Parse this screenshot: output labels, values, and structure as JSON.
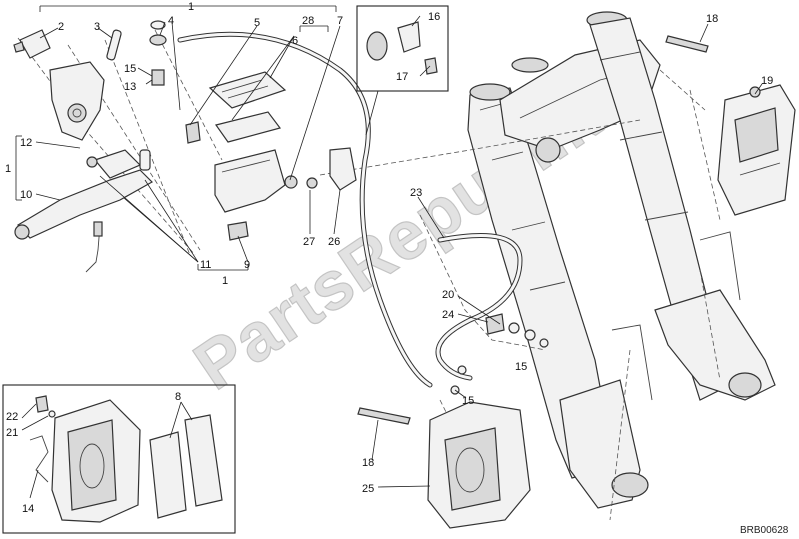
{
  "diagram": {
    "code": "BRB00628",
    "watermark": "PartsRepublik",
    "callouts": {
      "c1_top": "1",
      "c2": "2",
      "c3": "3",
      "c4": "4",
      "c5": "5",
      "c6": "6",
      "c7": "7",
      "c28": "28",
      "c16": "16",
      "c17": "17",
      "c18_top": "18",
      "c19": "19",
      "c15_a": "15",
      "c13": "13",
      "c12": "12",
      "c1_left": "1",
      "c10": "10",
      "c11": "11",
      "c9": "9",
      "c1_bottom": "1",
      "c27": "27",
      "c26": "26",
      "c23": "23",
      "c20": "20",
      "c24": "24",
      "c15_b": "15",
      "c15_c": "15",
      "c18_bottom": "18",
      "c25": "25",
      "c22": "22",
      "c21": "21",
      "c8": "8",
      "c14": "14"
    }
  }
}
